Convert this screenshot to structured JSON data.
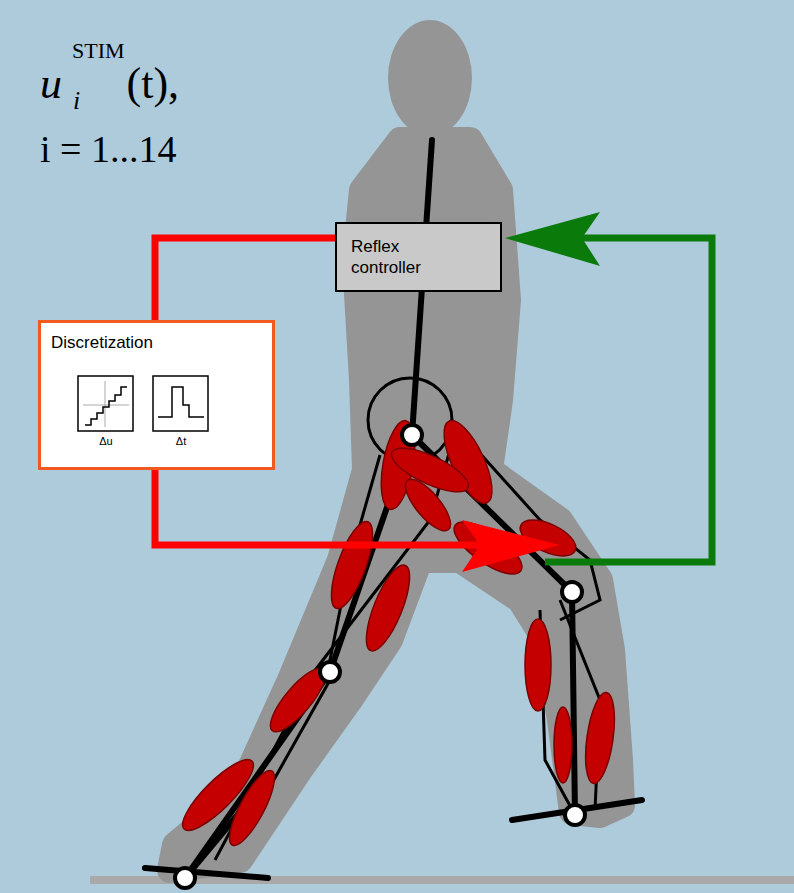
{
  "diagram": {
    "nodes": [
      {
        "text": [
          "Reflex controller"
        ]
      },
      {
        "text": [
          "Discretization",
          "Δu",
          "Δt"
        ]
      }
    ],
    "edges": [
      {
        "from": 0,
        "to": 1,
        "arrow": "none"
      }
    ],
    "labels": [
      "u",
      "STIM",
      "i",
      "(t),",
      "i = 1...14"
    ]
  }
}
